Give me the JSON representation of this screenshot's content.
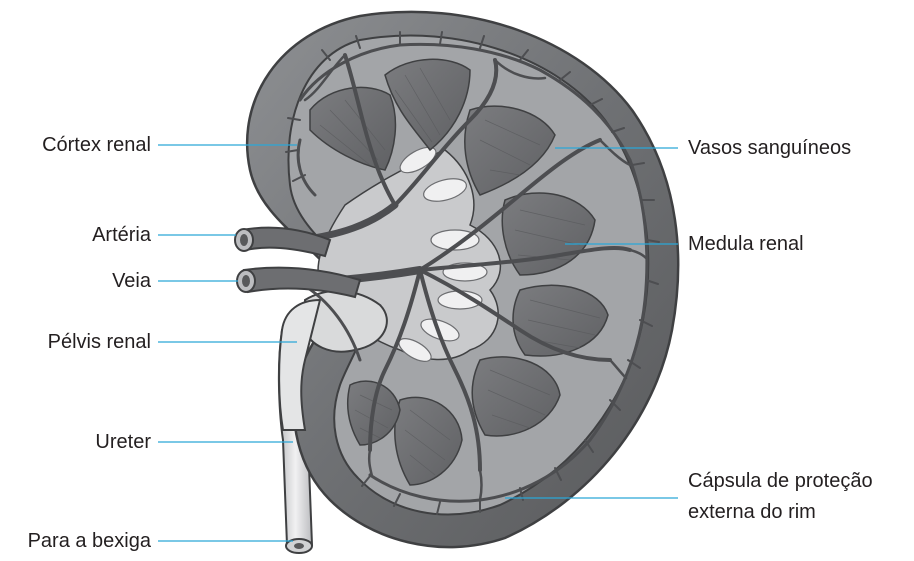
{
  "labels": {
    "cortex": "Córtex renal",
    "arteria": "Artéria",
    "veia": "Veia",
    "pelvis": "Pélvis renal",
    "ureter": "Ureter",
    "bexiga": "Para a bexiga",
    "vasos": "Vasos sanguíneos",
    "medula": "Medula renal",
    "capsula_l1": "Cápsula de proteção",
    "capsula_l2": "externa do rim"
  },
  "colors": {
    "leader_line": "#2aa7d8",
    "capsule_dark": "#6b6d70",
    "capsule_light": "#8a8c8f",
    "cortex_fill": "#a7a9ac",
    "pyramid": "#757679",
    "vessel": "#58595b",
    "pelvis": "#d9dadb",
    "calyx": "#eeeeee"
  }
}
